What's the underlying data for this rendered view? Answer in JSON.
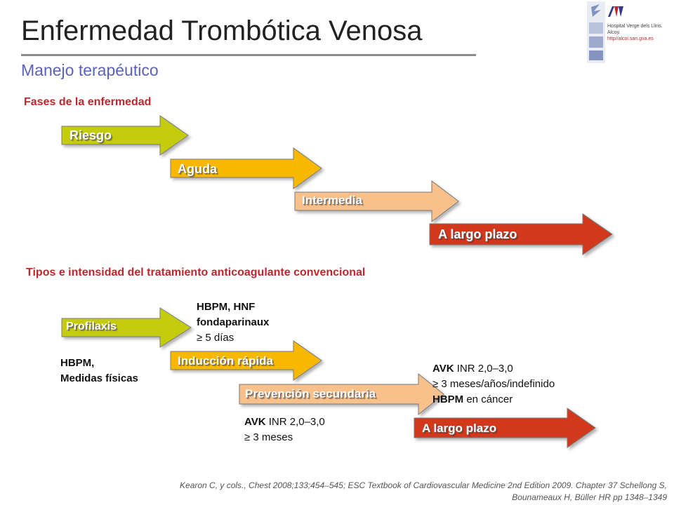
{
  "header": {
    "title": "Enfermedad Trombótica Venosa",
    "subtitle": "Manejo terapéutico"
  },
  "logo": {
    "hospital_line1": "Hospital Verge dels Lliris.",
    "hospital_line2": "Alcoy.",
    "url": "http//alcoi.san.gva.es"
  },
  "phases": {
    "heading": "Fases de la enfermedad",
    "items": [
      {
        "label": "Riesgo",
        "color": "#c5cc0f"
      },
      {
        "label": "Aguda",
        "color": "#f8b800"
      },
      {
        "label": "Intermedia",
        "color": "#f8c08a"
      },
      {
        "label": "A largo plazo",
        "color": "#d2391a"
      }
    ]
  },
  "treatments": {
    "heading": "Tipos e intensidad del tratamiento anticoagulante convencional",
    "items": [
      {
        "label": "Profilaxis",
        "color": "#c5cc0f"
      },
      {
        "label": "Inducción rápida",
        "color": "#f8b800"
      },
      {
        "label": "Prevención secundaria",
        "color": "#f8c08a"
      },
      {
        "label": "A largo plazo",
        "color": "#d2391a"
      }
    ],
    "notes": {
      "prophylaxis_agents": [
        "HBPM,",
        "Medidas físicas"
      ],
      "induction_agents": [
        "HBPM, HNF",
        "fondaparinaux",
        "≥ 5 días"
      ],
      "secondary_agent": "AVK",
      "secondary_inr": " INR 2,0–3,0",
      "secondary_duration": "≥ 3 meses",
      "long_term_agent": "AVK",
      "long_term_inr": " INR 2,0–3,0",
      "long_term_duration": "≥ 3 meses/años/indefinido",
      "long_term_cancer_agent": "HBPM",
      "long_term_cancer_text": " en cáncer"
    }
  },
  "citation": {
    "line1": "Kearon C, y cols., Chest 2008;133;454–545;  ESC Textbook of Cardiovascular Medicine 2nd Edition 2009. Chapter 37 Schellong S,",
    "line2": "Bounameaux  H, Büller HR pp 1348–1349"
  }
}
